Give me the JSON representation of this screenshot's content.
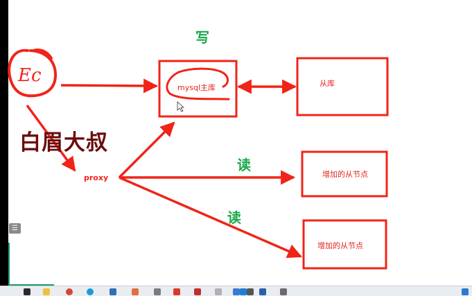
{
  "diagram": {
    "labels": {
      "write": "写",
      "read_1": "读",
      "read_2": "读",
      "client": "Ec",
      "proxy": "proxy",
      "master": "mysql主库",
      "slave": "从库",
      "new_slave_1": "增加的从节点",
      "new_slave_2": "增加的从节点"
    },
    "colors": {
      "stroke": "#f02418",
      "green_text": "#1aa84a",
      "watermark": "#6b0d0d"
    }
  },
  "watermark": {
    "text": "白眉大叔"
  },
  "side_tool": {
    "icon": "list-icon",
    "glyph": "☰"
  },
  "taskbar": {
    "icons": [
      "window-icon",
      "folder-icon",
      "chrome-icon",
      "edge-icon",
      "terminal-icon",
      "app-icon",
      "app-icon",
      "app-icon",
      "app-icon",
      "app-icon",
      "app-icon",
      "vscode-icon",
      "app-icon",
      "word-icon",
      "app-icon",
      "app-icon"
    ]
  }
}
